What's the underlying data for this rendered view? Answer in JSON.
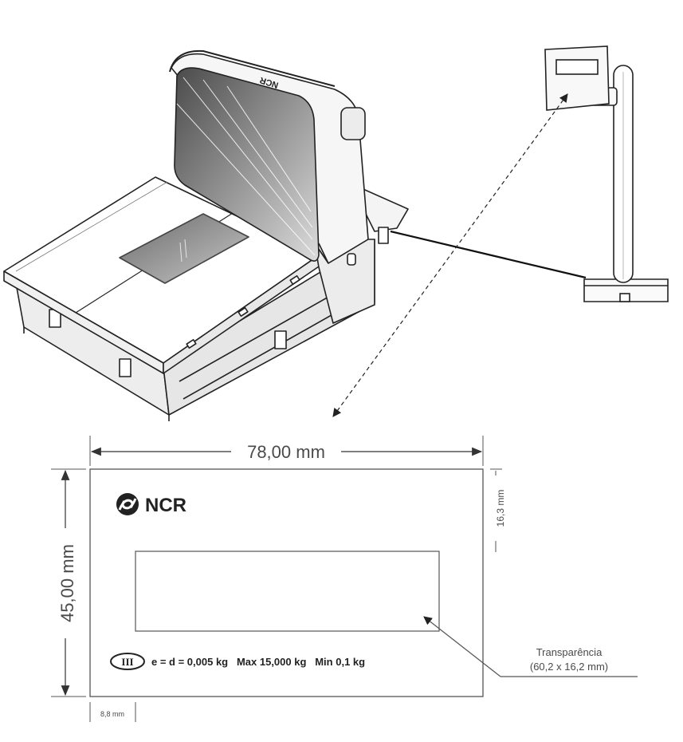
{
  "diagram": {
    "dimensions": {
      "width": "78,00 mm",
      "height": "45,00 mm",
      "top_offset": "16,3 mm",
      "left_offset": "8,8 mm"
    },
    "label_plate": {
      "brand": "NCR",
      "class_mark": "III",
      "spec_text": "e = d = 0,005 kg   Max 15,000 kg   Min 0,1 kg"
    },
    "callout": {
      "title": "Transparência",
      "size": "(60,2 x 16,2 mm)"
    },
    "scanner_brand_mark": "NCR",
    "colors": {
      "line": "#222222",
      "dim_text": "#4a4a4a",
      "glass_dark": "#3a3a3a",
      "glass_light": "#d8d8d8"
    }
  }
}
